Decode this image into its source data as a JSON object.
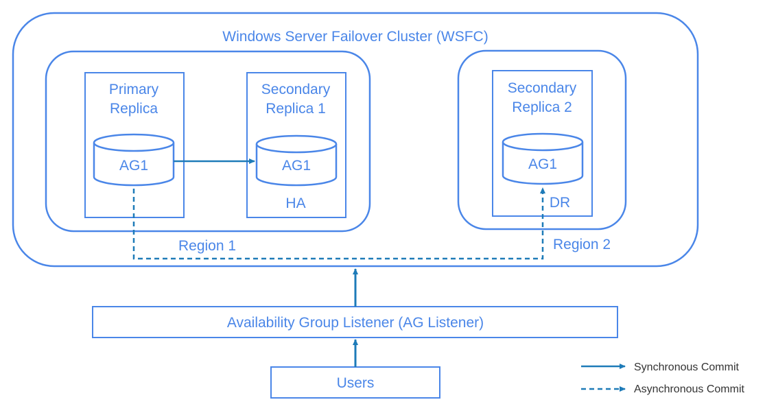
{
  "colors": {
    "frame": "#4a86e8",
    "arrow": "#1e7bb8",
    "text": "#4a86e8",
    "legend_text": "#333333"
  },
  "cluster": {
    "title": "Windows Server Failover Cluster (WSFC)",
    "region1": {
      "label": "Region 1",
      "primary": {
        "line1": "Primary",
        "line2": "Replica",
        "db": "AG1"
      },
      "secondary1": {
        "line1": "Secondary",
        "line2": "Replica 1",
        "db": "AG1",
        "role": "HA"
      }
    },
    "region2": {
      "label": "Region 2",
      "secondary2": {
        "line1": "Secondary",
        "line2": "Replica 2",
        "db": "AG1",
        "role": "DR"
      }
    }
  },
  "listener": {
    "label": "Availability Group Listener (AG Listener)"
  },
  "users": {
    "label": "Users"
  },
  "legend": {
    "sync": "Synchronous Commit",
    "async": "Asynchronous Commit"
  }
}
